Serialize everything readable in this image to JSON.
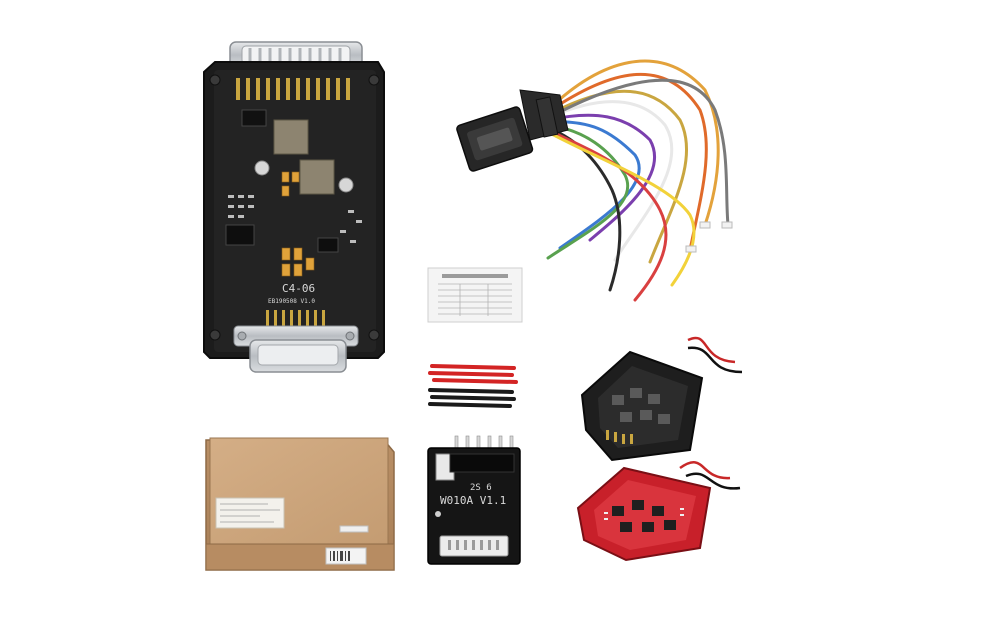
{
  "main_board": {
    "label": "C4-06",
    "sublabel": "EB190508 V1.0"
  },
  "adapter": {
    "label_top": "2S 6",
    "label": "W010A V1.1"
  },
  "colors": {
    "background": "#ffffff",
    "pcb_black": "#1c1c1c",
    "pcb_red": "#c8202a",
    "cardboard": "#c9a27a",
    "metal": "#c9ccd0",
    "gold": "#c9a640"
  }
}
